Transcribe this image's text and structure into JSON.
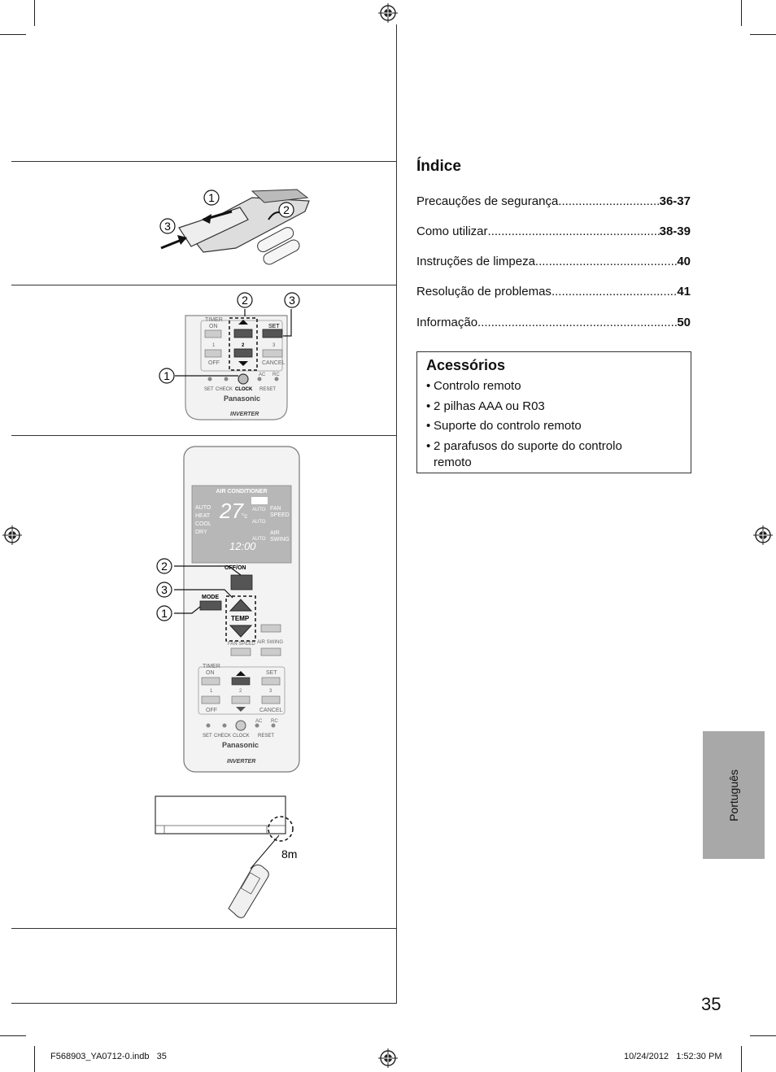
{
  "index": {
    "title": "Índice",
    "entries": [
      {
        "label": "Precauções de segurança",
        "page": "36-37"
      },
      {
        "label": "Como utilizar",
        "page": "38-39"
      },
      {
        "label": "Instruções de limpeza",
        "page": "40"
      },
      {
        "label": "Resolução de problemas",
        "page": "41"
      },
      {
        "label": "Informação",
        "page": "50"
      }
    ]
  },
  "accessories": {
    "title": "Acessórios",
    "items": [
      "Controlo remoto",
      "2 pilhas AAA ou R03",
      "Suporte do controlo remoto",
      "2 parafusos do suporte do controlo",
      "remoto"
    ]
  },
  "side_tab": "Português",
  "page_number": "35",
  "footer": {
    "file": "F568903_YA0712-0.indb   35",
    "datetime": "10/24/2012   1:52:30 PM"
  },
  "figures": {
    "battery": {
      "callouts": [
        "1",
        "2",
        "3"
      ]
    },
    "clock_panel": {
      "callouts": [
        "1",
        "2",
        "3"
      ],
      "labels": {
        "timer": "TIMER",
        "on": "ON",
        "off": "OFF",
        "one": "1",
        "two": "2",
        "three": "3",
        "set": "SET",
        "cancel": "CANCEL",
        "set_small": "SET",
        "check": "CHECK",
        "clock": "CLOCK",
        "ac": "AC",
        "rc": "RC",
        "reset": "RESET",
        "brand": "Panasonic",
        "inverter": "INVERTER"
      }
    },
    "remote": {
      "callouts": [
        "1",
        "2",
        "3"
      ],
      "display": {
        "title": "AIR CONDITIONER",
        "temp": "27",
        "unit": "°c",
        "time": "12:00",
        "modes": [
          "AUTO",
          "HEAT",
          "COOL",
          "DRY"
        ],
        "auto1": "AUTO",
        "auto2": "AUTO",
        "auto3": "AUTO",
        "fan": "FAN",
        "speed": "SPEED",
        "air": "AIR",
        "swing": "SWING"
      },
      "labels": {
        "offon": "OFF/ON",
        "mode": "MODE",
        "temp": "TEMP",
        "fan_speed": "FAN SPEED",
        "air_swing": "AIR SWING",
        "timer": "TIMER",
        "on": "ON",
        "off": "OFF",
        "set": "SET",
        "cancel": "CANCEL",
        "one": "1",
        "two": "2",
        "three": "3",
        "set_small": "SET",
        "check": "CHECK",
        "clock": "CLOCK",
        "ac": "AC",
        "rc": "RC",
        "reset": "RESET",
        "brand": "Panasonic",
        "inverter": "INVERTER"
      }
    },
    "distance": {
      "label": "8m"
    }
  }
}
